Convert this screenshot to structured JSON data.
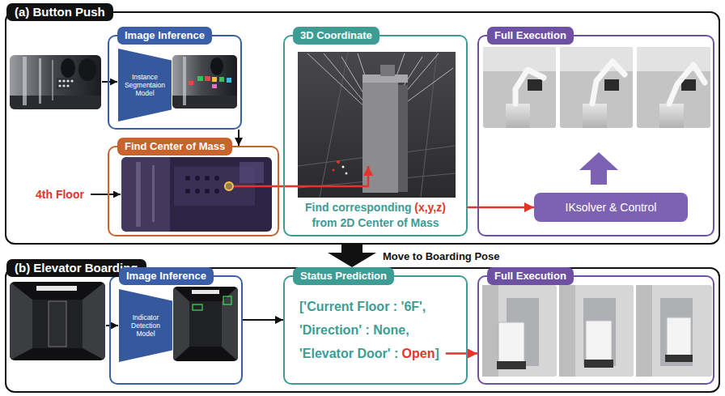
{
  "diagram": {
    "nodes": [
      {
        "text": [
          "(a) Button Push"
        ]
      },
      {
        "text": [
          "Image Inference"
        ],
        "in": 0
      },
      {
        "text": [
          "Instance Segmentaion Model"
        ],
        "in": 1
      },
      {
        "text": [
          "Find Center of Mass"
        ],
        "in": 0
      },
      {
        "text": [
          "3D Coordinate",
          "Find corresponding",
          "(x,y,z)",
          "from 2D Center of Mass"
        ],
        "in": 0
      },
      {
        "text": [
          "Full Execution"
        ],
        "in": 0
      },
      {
        "text": [
          "IKsolver & Control"
        ],
        "in": 5
      },
      {
        "text": [
          "(b) Elevator Boarding"
        ]
      },
      {
        "text": [
          "Image Inference"
        ],
        "in": 7
      },
      {
        "text": [
          "Indicator Detection Model"
        ],
        "in": 8
      },
      {
        "text": [
          "Status Prediction",
          "['Current Floor : '6F', 'Direction' : None, 'Elevator Door' :",
          "Open",
          "]"
        ],
        "in": 7
      },
      {
        "text": [
          "Full Execution"
        ],
        "in": 7
      }
    ],
    "edges": [
      {
        "from": 1,
        "to": 3,
        "arrow": "to"
      },
      {
        "from": 3,
        "to": 4,
        "arrow": "to"
      },
      {
        "from": 4,
        "to": 6,
        "arrow": "to"
      },
      {
        "from": 0,
        "to": 7,
        "label": "Move to Boarding Pose",
        "arrow": "to"
      },
      {
        "from": 8,
        "to": 10,
        "arrow": "to"
      },
      {
        "from": 10,
        "to": 11,
        "arrow": "to"
      }
    ],
    "labels": [
      "4th Floor"
    ]
  }
}
